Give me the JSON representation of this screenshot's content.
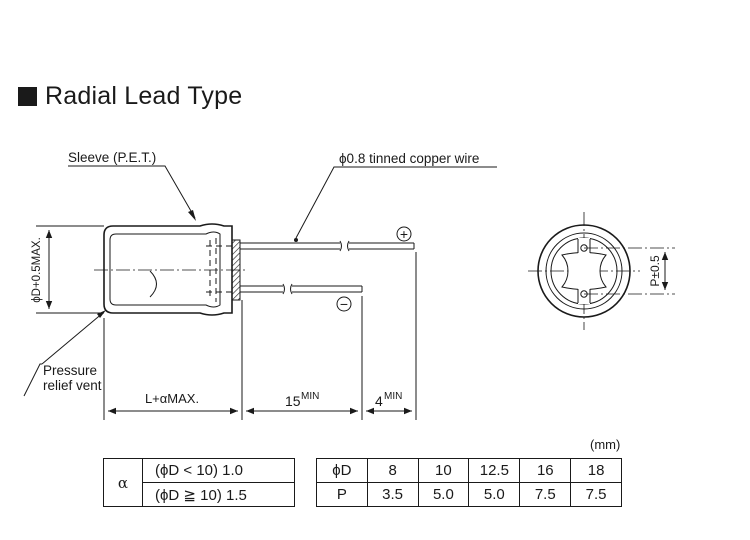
{
  "title": "Radial Lead Type",
  "labels": {
    "sleeve": "Sleeve (P.E.T.)",
    "wire": "ϕ0.8 tinned copper wire",
    "plus": "+",
    "minus": "−",
    "diameter": "ϕD+0.5MAX.",
    "vent_line1": "Pressure",
    "vent_line2": "relief vent",
    "length": "L+αMAX.",
    "lead_len_num": "15",
    "lead_len_sup": "MIN",
    "lead_end_num": "4",
    "lead_end_sup": "MIN",
    "pitch": "P±0.5"
  },
  "unit": "(mm)",
  "alpha_table": {
    "symbol": "α",
    "rows": [
      "(ϕD < 10) 1.0",
      "(ϕD ≧ 10) 1.5"
    ]
  },
  "pitch_table": {
    "headers": [
      "ϕD",
      "8",
      "10",
      "12.5",
      "16",
      "18"
    ],
    "values": [
      "P",
      "3.5",
      "5.0",
      "5.0",
      "7.5",
      "7.5"
    ]
  }
}
